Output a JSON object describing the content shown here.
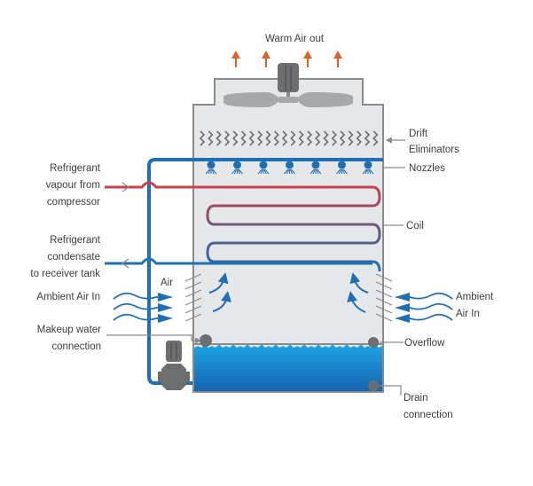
{
  "title": "Evaporative condenser / cooling tower schematic",
  "labels": {
    "warm_air_out": "Warm Air out",
    "drift_eliminators_1": "Drift",
    "drift_eliminators_2": "Eliminators",
    "nozzles": "Nozzles",
    "coil": "Coil",
    "ref_vapour_1": "Refrigerant",
    "ref_vapour_2": "vapour  from",
    "ref_vapour_3": "compressor",
    "ref_cond_1": "Refrigerant",
    "ref_cond_2": "condensate",
    "ref_cond_3": "to receiver tank",
    "ambient_left": "Ambient Air In",
    "air": "Air",
    "makeup_1": "Makeup water",
    "makeup_2": "connection",
    "ambient_right_1": "Ambient",
    "ambient_right_2": "Air In",
    "overflow": "Overflow",
    "drain_1": "Drain",
    "drain_2": "connection"
  },
  "colors": {
    "hot_refrigerant": "#c8424a",
    "cold_refrigerant": "#1f6fb5",
    "water_pipe": "#1f6fb5",
    "warm_air_arrow": "#e0622a",
    "casing_fill": "#e6e7e9",
    "casing_stroke": "#8a8b8d",
    "water_top": "#1ea6e4",
    "water_bottom": "#1565b0",
    "equipment": "#6d6e70",
    "text": "#3c3c3c"
  }
}
